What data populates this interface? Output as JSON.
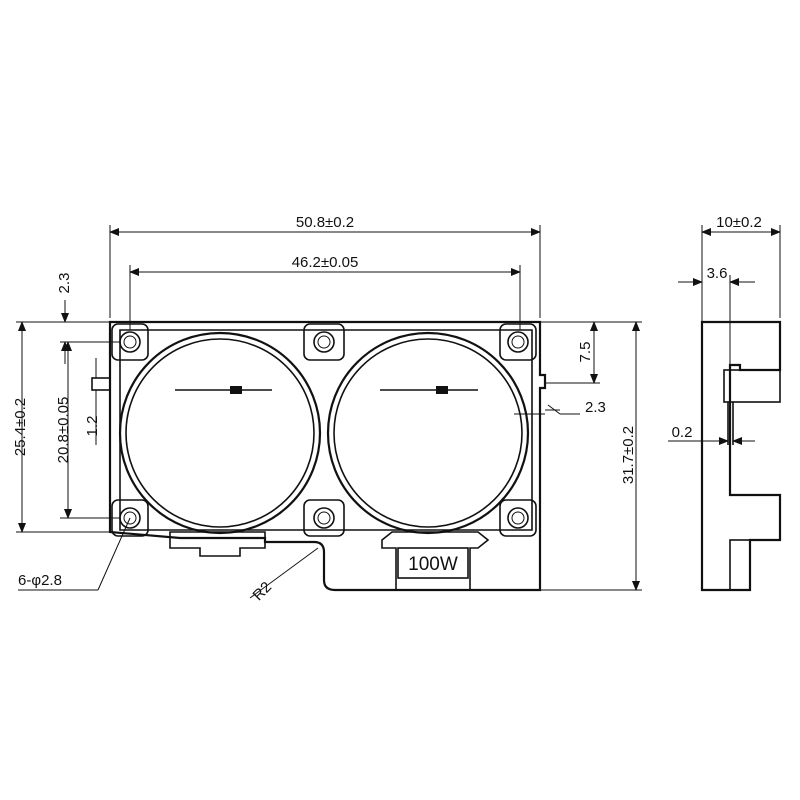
{
  "drawing": {
    "dimensions": {
      "overall_width": "50.8±0.2",
      "hole_spacing": "46.2±0.05",
      "hole_edge_offset": "2.3",
      "body_height": "25.4±0.2",
      "hole_vertical_spacing": "20.8±0.05",
      "tab_height": "1.2",
      "connector_offset": "7.5",
      "right_offset": "2.3",
      "total_height": "31.7±0.2",
      "holes": "6-φ2.8",
      "corner_radius": "R2",
      "thickness": "10±0.2",
      "step_width": "3.6",
      "gap": "0.2"
    },
    "power_label": "100W"
  }
}
